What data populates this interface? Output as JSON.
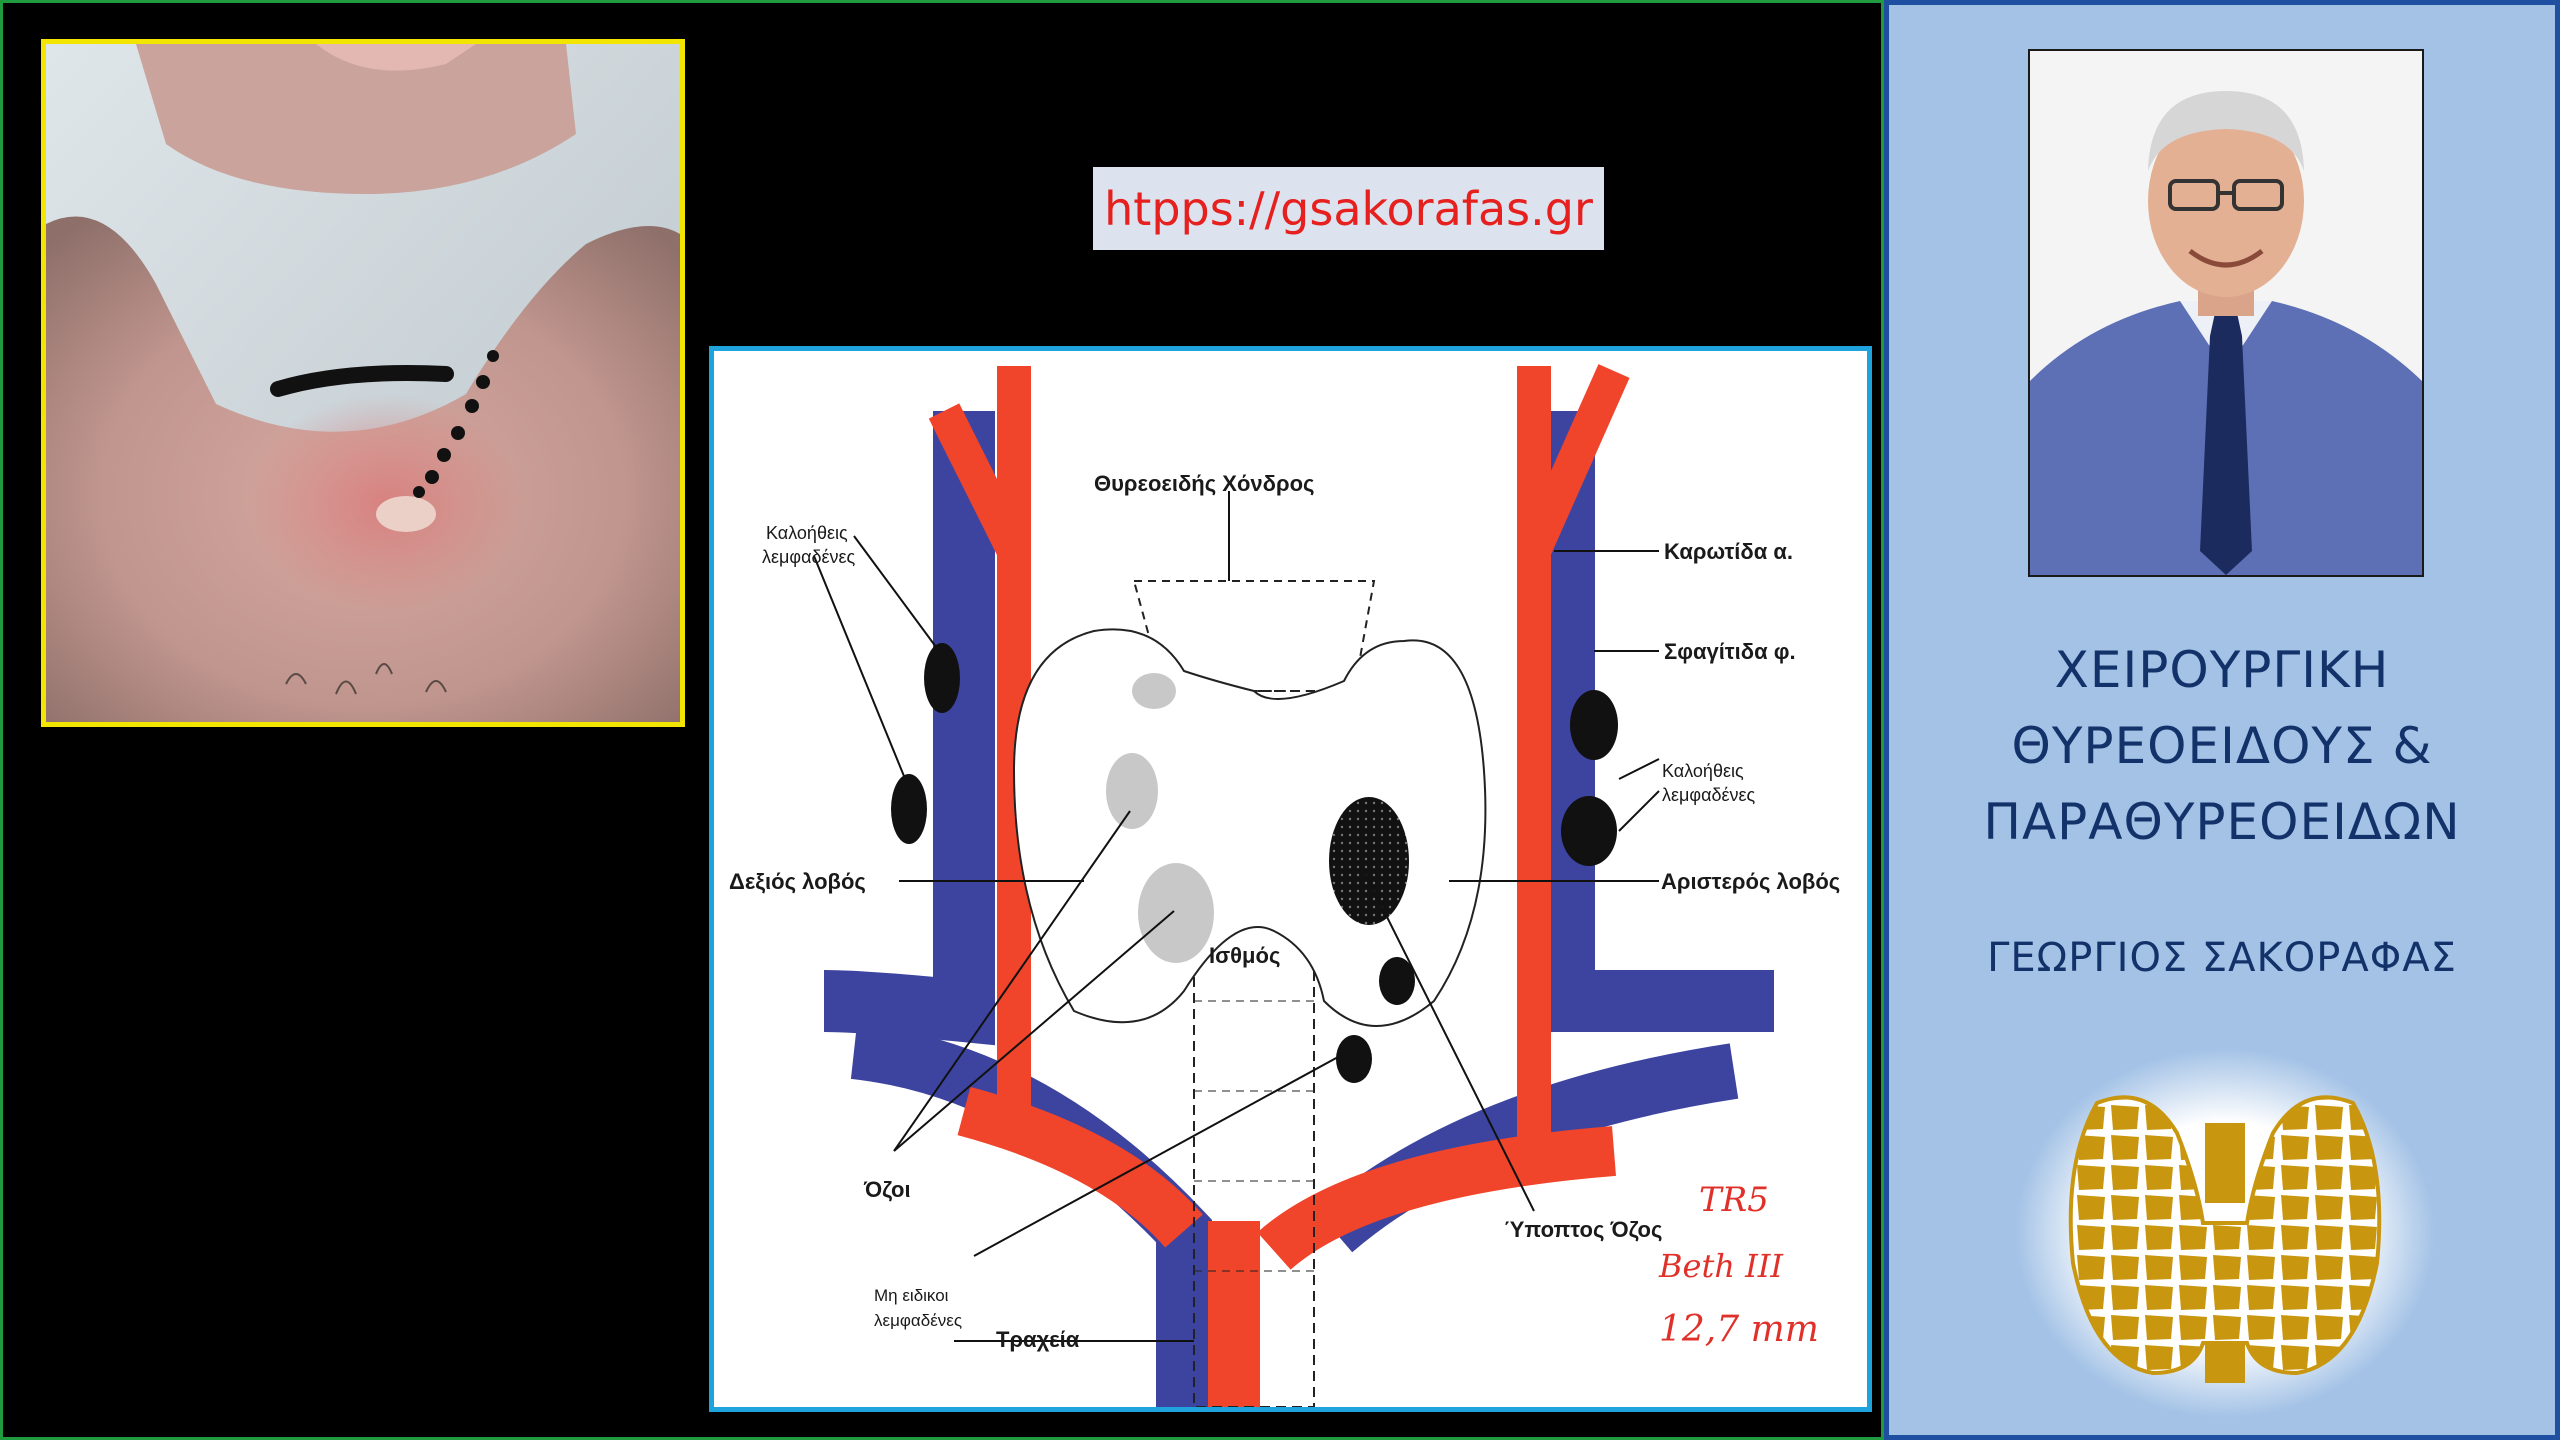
{
  "url_banner": {
    "text": "htpps://gsakorafas.gr"
  },
  "diagram": {
    "labels": {
      "thyroid_cartilage": "Θυρεοειδής Χόνδρος",
      "carotid": "Καρωτίδα α.",
      "jugular": "Σφαγίτιδα φ.",
      "benign_nodes_left_1": "Καλοήθεις",
      "benign_nodes_left_2": "λεμφαδένες",
      "benign_nodes_right_1": "Καλοήθεις",
      "benign_nodes_right_2": "λεμφαδένες",
      "right_lobe": "Δεξιός λοβός",
      "left_lobe": "Αριστερός λοβός",
      "isthmus": "Ισθμός",
      "nodules": "Όζοι",
      "suspicious_nodule": "Ύποπτος Όζος",
      "nonspecific_nodes_1": "Μη ειδικοι",
      "nonspecific_nodes_2": "λεμφαδένες",
      "trachea": "Τραχεία"
    },
    "handwritten_notes": [
      "TR5",
      "Beth III",
      "12,7 mm"
    ],
    "colors": {
      "artery": "#f0442b",
      "vein": "#3d44a0",
      "suspicious_nodule": "#111111",
      "benign_nodule": "#c8c8c8"
    }
  },
  "sidebar": {
    "course_title_lines": [
      "ΧΕΙΡΟΥΡΓΙΚΗ",
      "ΘΥΡΕΟΕΙΔΟΥΣ &",
      "ΠΑΡΑΘΥΡΕΟΕΙΔΩΝ"
    ],
    "author_name": "ΓΕΩΡΓΙΟΣ ΣΑΚΟΡΑΦΑΣ"
  },
  "colors": {
    "frame_border": "#1f9a3f",
    "photo_border": "#f2e600",
    "diagram_border": "#1ea3dc",
    "sidebar_bg": "#a3c2e6",
    "sidebar_border": "#1f4fa0",
    "url_text": "#e6201f",
    "logo_gold": "#c9960f"
  }
}
